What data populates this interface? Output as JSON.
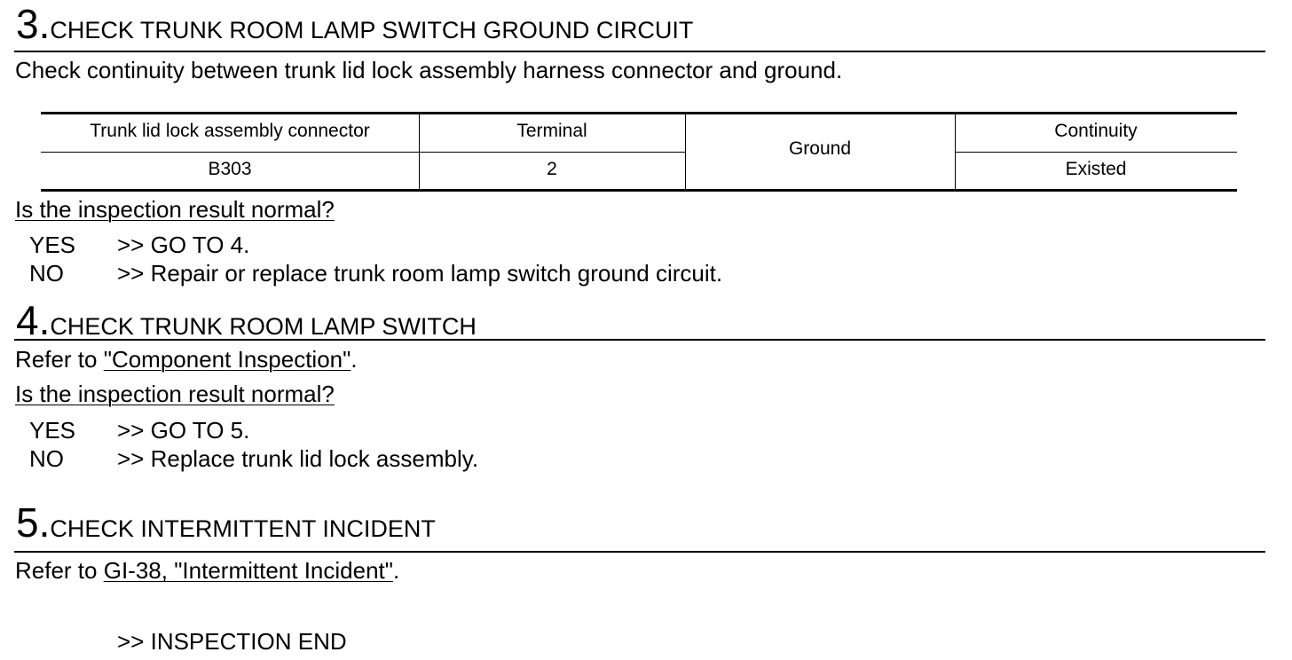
{
  "step3": {
    "number": "3.",
    "title": "CHECK TRUNK ROOM LAMP SWITCH GROUND CIRCUIT",
    "instruction": "Check continuity between trunk lid lock assembly harness connector and ground.",
    "table": {
      "headers": {
        "connector": "Trunk lid lock assembly connector",
        "terminal": "Terminal",
        "ground": "Ground",
        "continuity": "Continuity"
      },
      "row": {
        "connector": "B303",
        "terminal": "2",
        "continuity": "Existed"
      }
    },
    "question": "Is the inspection result normal?",
    "yes_label": "YES",
    "yes_action": ">> GO TO 4.",
    "no_label": "NO",
    "no_action": ">> Repair or replace trunk room lamp switch ground circuit."
  },
  "step4": {
    "number": "4.",
    "title": "CHECK TRUNK ROOM LAMP SWITCH",
    "refer_prefix": "Refer to ",
    "refer_link": "\"Component Inspection\"",
    "refer_suffix": ".",
    "question": "Is the inspection result normal?",
    "yes_label": "YES",
    "yes_action": ">> GO TO 5.",
    "no_label": "NO",
    "no_action": ">> Replace trunk lid lock assembly."
  },
  "step5": {
    "number": "5.",
    "title": "CHECK INTERMITTENT INCIDENT",
    "refer_prefix": "Refer to ",
    "refer_link": "GI-38, \"Intermittent Incident\"",
    "refer_suffix": ".",
    "end_text": ">> INSPECTION END"
  }
}
